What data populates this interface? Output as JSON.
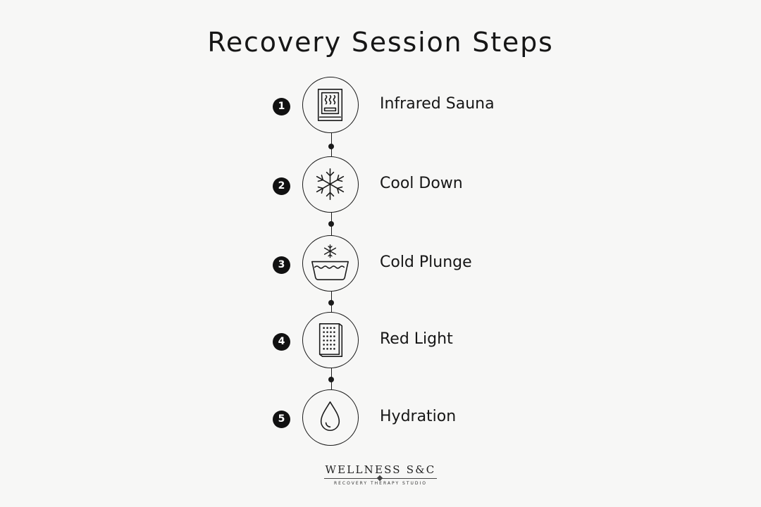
{
  "title": "Recovery Session Steps",
  "steps": [
    {
      "number": "1",
      "label": "Infrared Sauna",
      "icon": "sauna-icon"
    },
    {
      "number": "2",
      "label": "Cool Down",
      "icon": "snowflake-icon"
    },
    {
      "number": "3",
      "label": "Cold Plunge",
      "icon": "cold-plunge-icon"
    },
    {
      "number": "4",
      "label": "Red Light",
      "icon": "red-light-panel-icon"
    },
    {
      "number": "5",
      "label": "Hydration",
      "icon": "water-drop-icon"
    }
  ],
  "brand": {
    "name": "WELLNESS S&C",
    "tagline": "RECOVERY THERAPY STUDIO"
  },
  "colors": {
    "background": "#f7f7f6",
    "ink": "#161616"
  }
}
